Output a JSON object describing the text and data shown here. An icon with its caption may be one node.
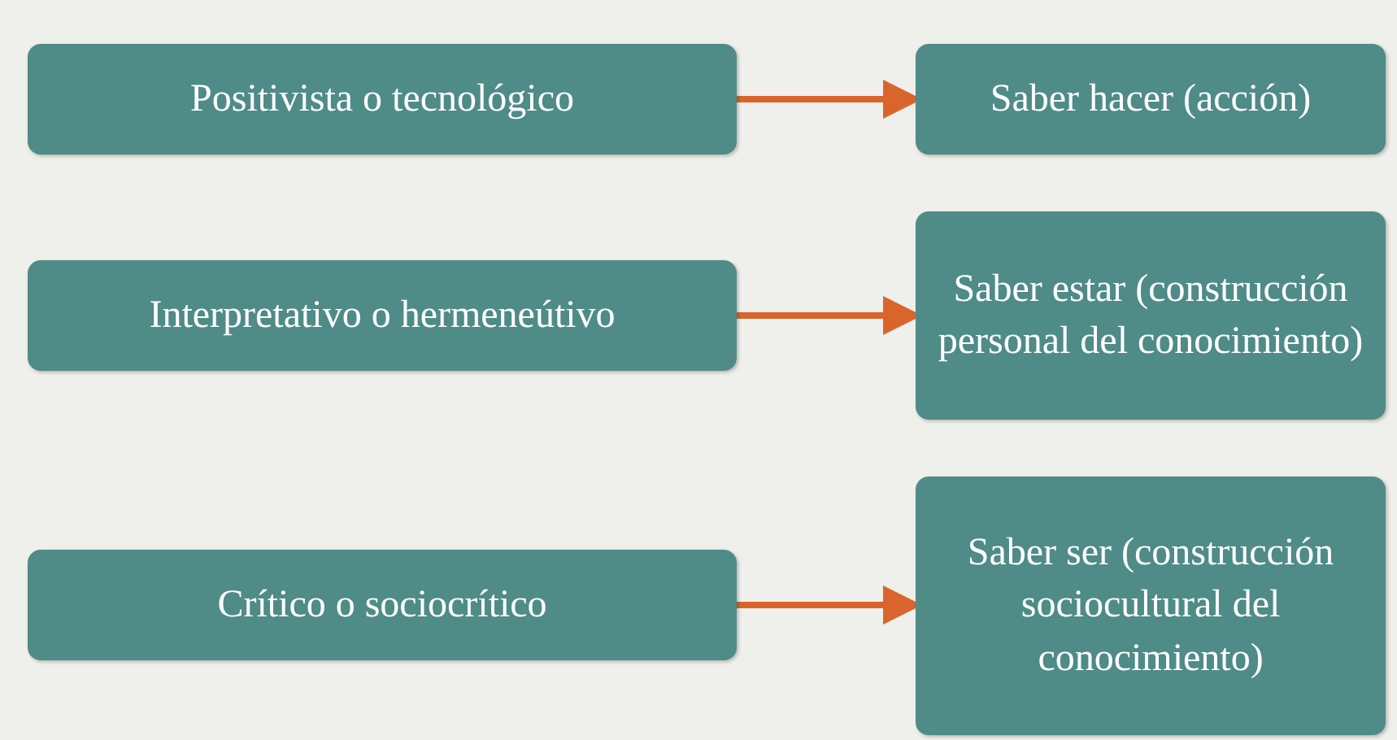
{
  "diagram": {
    "nodes": [
      {
        "text": [
          "Positivista o tecnológico"
        ]
      },
      {
        "text": [
          "Saber hacer (acción)"
        ]
      },
      {
        "text": [
          "Interpretativo o hermeneútivo"
        ]
      },
      {
        "text": [
          "Saber estar (construcción personal del conocimiento)"
        ]
      },
      {
        "text": [
          "Crítico o sociocrítico"
        ]
      },
      {
        "text": [
          "Saber ser (construcción sociocultural del conocimiento)"
        ]
      }
    ],
    "edges": [
      {
        "from": 0,
        "to": 1,
        "arrow": "to"
      },
      {
        "from": 2,
        "to": 3,
        "arrow": "to"
      },
      {
        "from": 4,
        "to": 5,
        "arrow": "to"
      }
    ]
  }
}
